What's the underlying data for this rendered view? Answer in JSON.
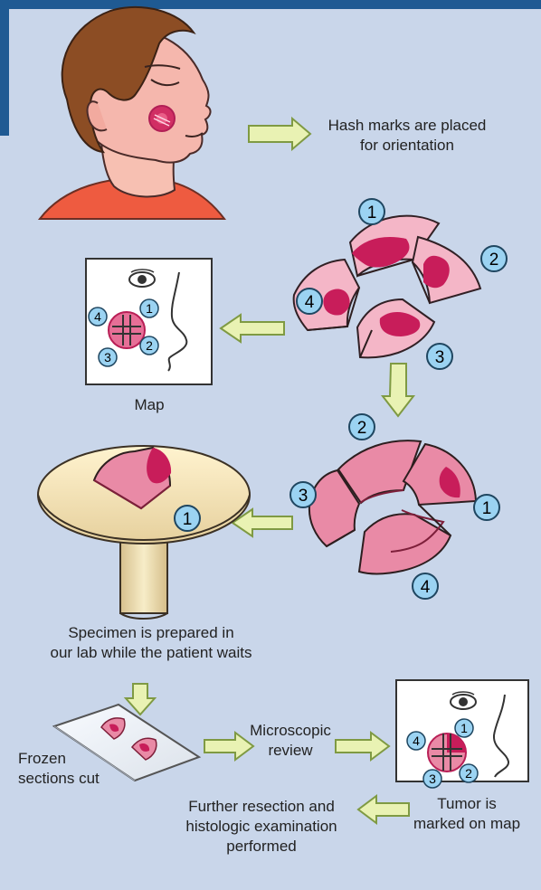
{
  "labels": {
    "hash_marks_line1": "Hash marks are placed",
    "hash_marks_line2": "for orientation",
    "map": "Map",
    "specimen_line1": "Specimen is prepared in",
    "specimen_line2": "our lab while the patient waits",
    "frozen_line1": "Frozen",
    "frozen_line2": "sections cut",
    "microscopic_line1": "Microscopic",
    "microscopic_line2": "review",
    "further_line1": "Further resection and",
    "further_line2": "histologic examination",
    "further_line3": "performed",
    "tumor_line1": "Tumor is",
    "tumor_line2": "marked on map"
  },
  "numbers": {
    "n1": "1",
    "n2": "2",
    "n3": "3",
    "n4": "4"
  },
  "colors": {
    "background": "#c9d6ea",
    "frame": "#1f5a93",
    "arrow_fill": "#e9f2b3",
    "arrow_stroke": "#7f9a43",
    "badge_fill": "#9bd3f2",
    "tissue_light": "#f4b6c7",
    "tissue_mid": "#e98aa6",
    "tissue_dark": "#c81d5a",
    "tumor": "#b3104a"
  }
}
